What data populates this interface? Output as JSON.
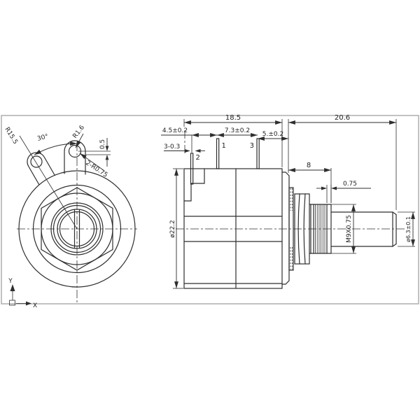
{
  "front": {
    "body_radius_label": "R15.5",
    "ear_angle_label": "30°",
    "ear_hole_radius_label": "R1.6",
    "ear_offset_label": "0.5",
    "ear_corner_radius_label": "2-R0.75",
    "axis_x_label": "X",
    "axis_y_label": "Y"
  },
  "side": {
    "body_length": "18.5",
    "shaft_assembly_length": "20.6",
    "pin2_to_pin1": "4.5±0.2",
    "pin1_to_pin3": "7.3±0.2",
    "pin3_to_face": "5.±0.2",
    "pin_width": "3-0.3",
    "pin1_label": "1",
    "pin2_label": "2",
    "pin3_label": "3",
    "body_diameter": "ø22.2",
    "bushing_length": "8",
    "bushing_tip_length": "0.75",
    "thread_spec": "M9X0.75",
    "shaft_diameter": "ø6.3±0.1"
  },
  "colors": {
    "line": "#2e2e2e",
    "frame_border": "#b3b3b3",
    "background": "#ffffff"
  }
}
